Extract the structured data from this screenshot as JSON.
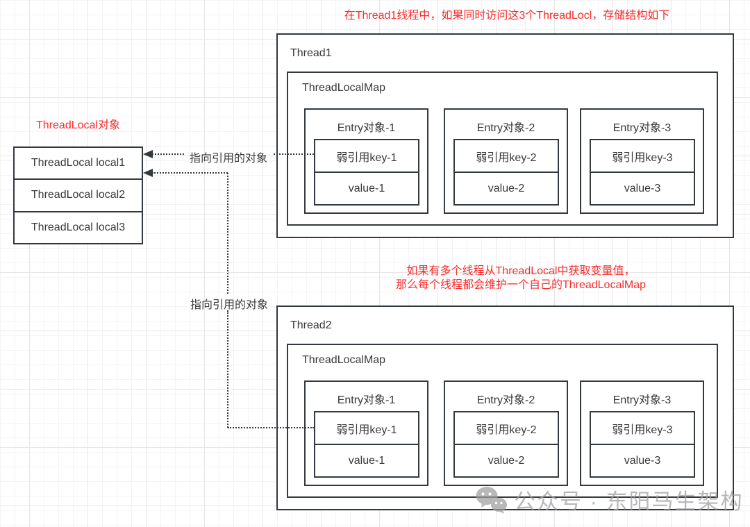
{
  "notes": {
    "top": "在Thread1线程中，如果同时访问这3个ThreadLocl，存储结构如下",
    "middle_line1": "如果有多个线程从ThreadLocal中获取变量值，",
    "middle_line2": "那么每个线程都会维护一个自己的ThreadLocalMap",
    "threadlocal_objects_label": "ThreadLocal对象"
  },
  "arrows": {
    "label1": "指向引用的对象",
    "label2": "指向引用的对象"
  },
  "threadlocal_box": {
    "items": [
      {
        "label": "ThreadLocal local1"
      },
      {
        "label": "ThreadLocal local2"
      },
      {
        "label": "ThreadLocal local3"
      }
    ]
  },
  "threads": [
    {
      "title": "Thread1",
      "map_title": "ThreadLocalMap",
      "entries": [
        {
          "title": "Entry对象-1",
          "key": "弱引用key-1",
          "value": "value-1"
        },
        {
          "title": "Entry对象-2",
          "key": "弱引用key-2",
          "value": "value-2"
        },
        {
          "title": "Entry对象-3",
          "key": "弱引用key-3",
          "value": "value-3"
        }
      ]
    },
    {
      "title": "Thread2",
      "map_title": "ThreadLocalMap",
      "entries": [
        {
          "title": "Entry对象-1",
          "key": "弱引用key-1",
          "value": "value-1"
        },
        {
          "title": "Entry对象-2",
          "key": "弱引用key-2",
          "value": "value-2"
        },
        {
          "title": "Entry对象-3",
          "key": "弱引用key-3",
          "value": "value-3"
        }
      ]
    }
  ],
  "watermark": {
    "icon": "wechat-icon",
    "text": "公众号 · 东阳马生架构"
  },
  "colors": {
    "note_red": "#fb2b2b",
    "border_dark": "#33393f",
    "text": "#383838",
    "watermark_gray": "#9d9d9d",
    "grid_minor": "#f4f4f4",
    "grid_major": "#e7e7e7"
  }
}
